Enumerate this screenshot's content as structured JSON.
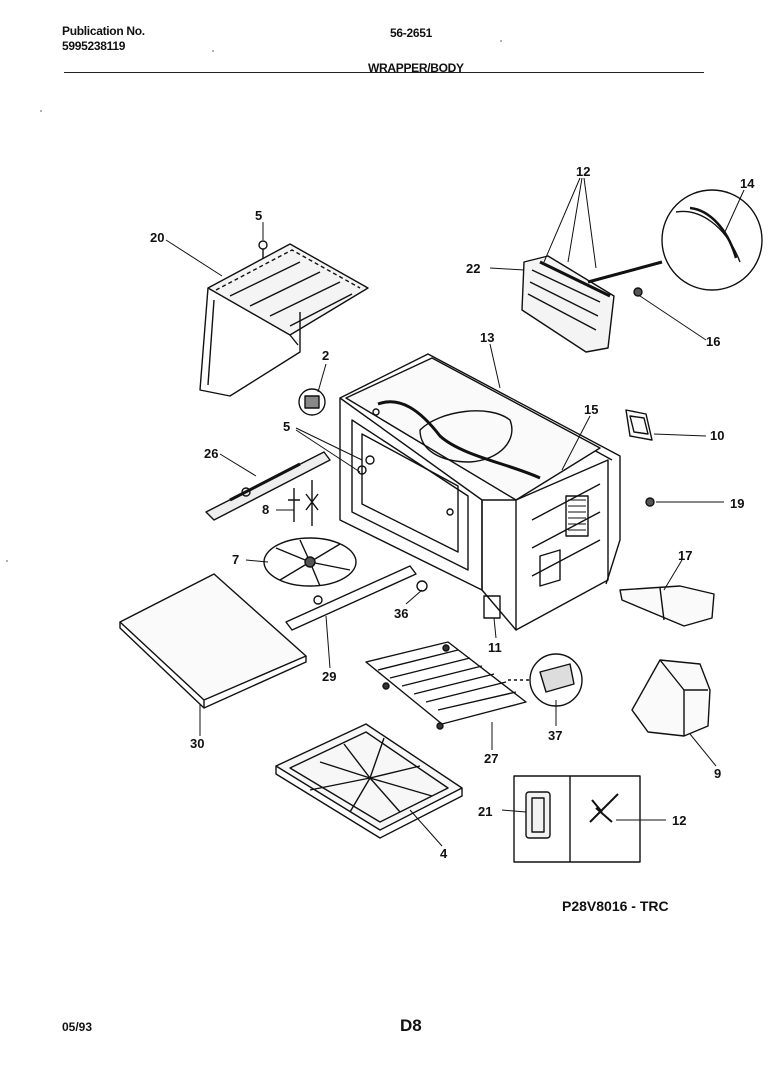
{
  "header": {
    "publication_label": "Publication No.",
    "publication_number": "5995238119",
    "model": "56-2651",
    "section_title": "WRAPPER/BODY"
  },
  "callouts": {
    "c20": "20",
    "c5a": "5",
    "c2": "2",
    "c5b": "5",
    "c26": "26",
    "c8": "8",
    "c7": "7",
    "c36": "36",
    "c29": "29",
    "c30": "30",
    "c4": "4",
    "c27": "27",
    "c11": "11",
    "c37": "37",
    "c21": "21",
    "c12b": "12",
    "c9": "9",
    "c17": "17",
    "c19": "19",
    "c10": "10",
    "c15": "15",
    "c13": "13",
    "c16": "16",
    "c14": "14",
    "c12a": "12",
    "c22": "22"
  },
  "footer": {
    "drawing_code": "P28V8016 - TRC",
    "date": "05/93",
    "page": "D8"
  }
}
